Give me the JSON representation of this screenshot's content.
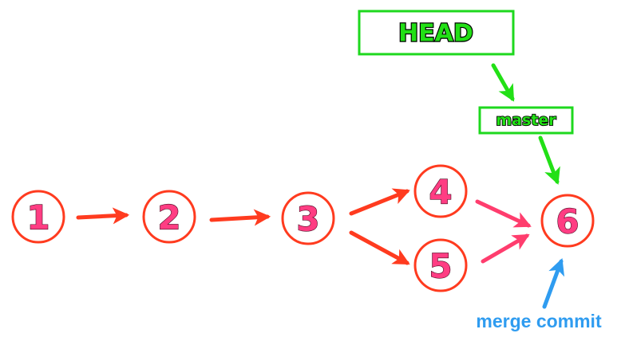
{
  "colors": {
    "commit_ring": "#ff3b1f",
    "commit_text": "#ff3d83",
    "history_arrow": "#ff3b1f",
    "merge_arrow": "#ff3d6e",
    "ref_border": "#1ed81e",
    "ref_text": "#22e016",
    "pointer_arrow": "#22e016",
    "merge_label": "#2f9cf0"
  },
  "commits": [
    {
      "id": "c1",
      "label": "1"
    },
    {
      "id": "c2",
      "label": "2"
    },
    {
      "id": "c3",
      "label": "3"
    },
    {
      "id": "c4",
      "label": "4"
    },
    {
      "id": "c5",
      "label": "5"
    },
    {
      "id": "c6",
      "label": "6"
    }
  ],
  "refs": {
    "head": {
      "label": "HEAD"
    },
    "master": {
      "label": "master"
    }
  },
  "annotation": {
    "merge_commit": "merge commit"
  }
}
